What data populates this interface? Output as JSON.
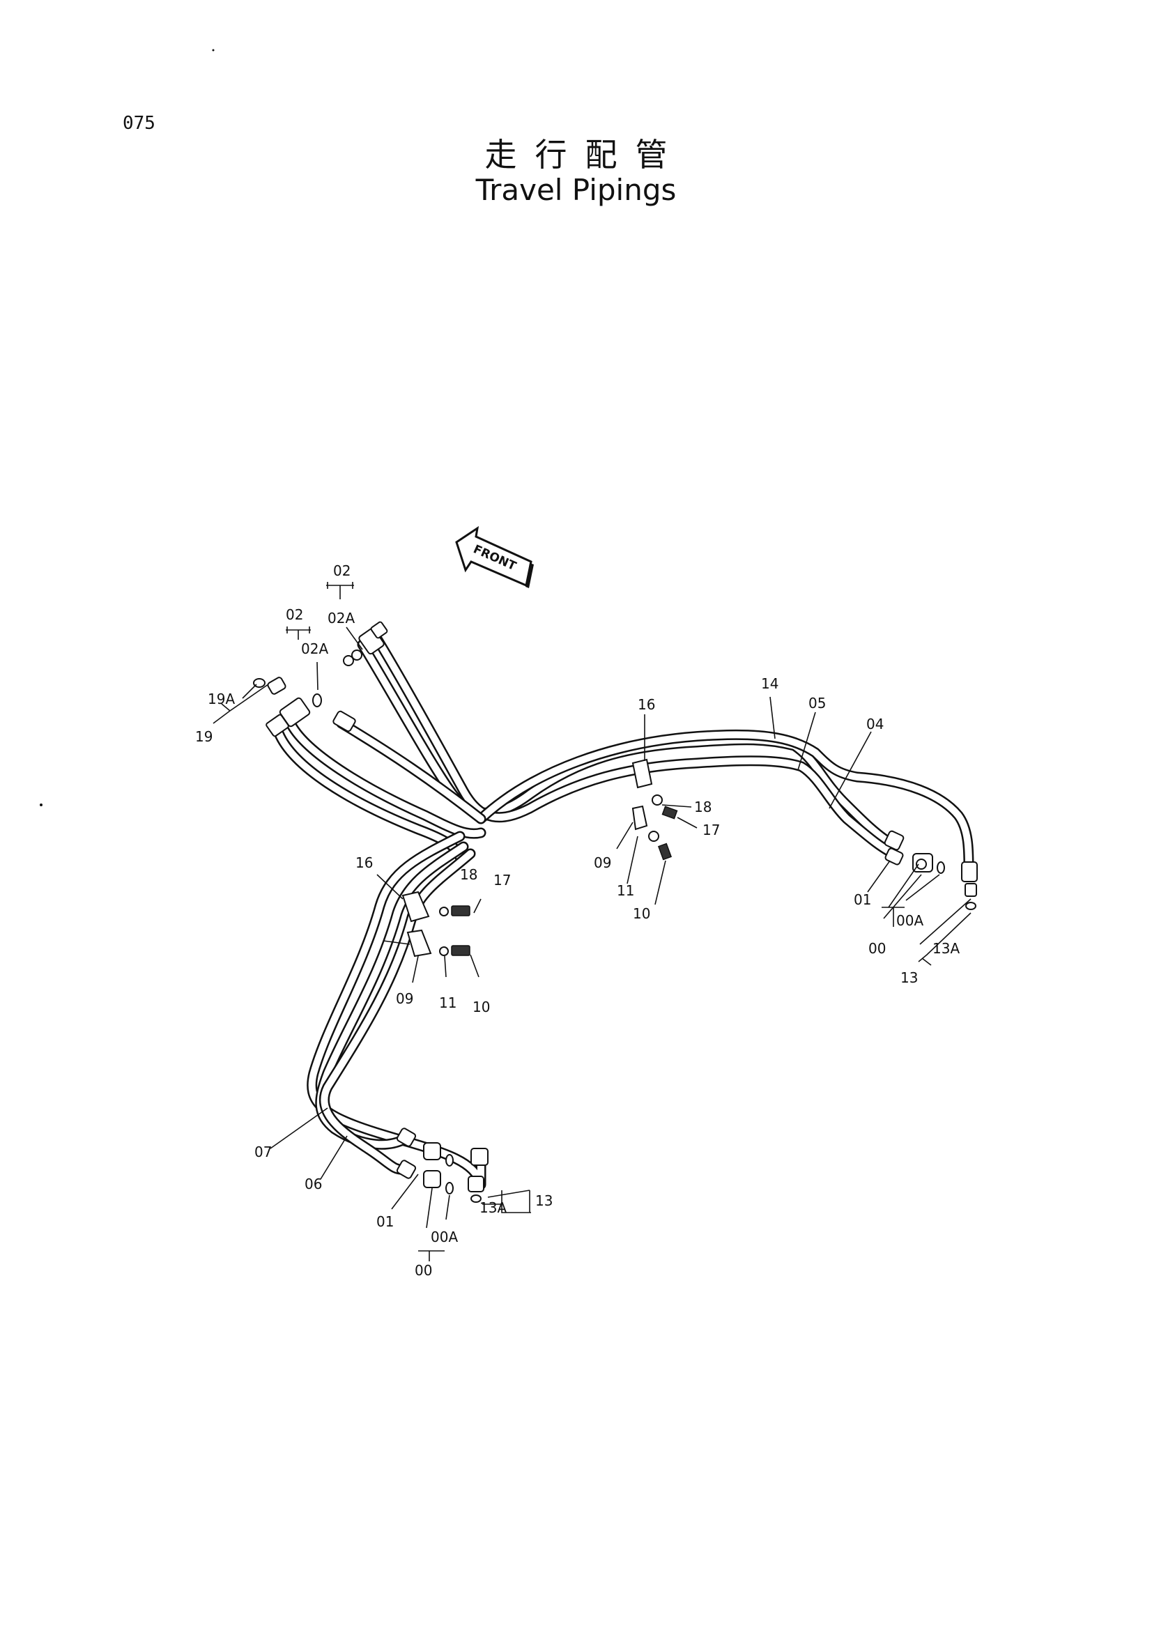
{
  "page_number": "075",
  "title_jp": "走行配管",
  "title_en": "Travel Pipings",
  "front_label": "FRONT",
  "callouts": {
    "c02_top": "02",
    "c02a_top": "02A",
    "c02_left": "02",
    "c02a_left": "02A",
    "c19a": "19A",
    "c19": "19",
    "c16_upper": "16",
    "c14": "14",
    "c05": "05",
    "c04": "04",
    "c18_upper": "18",
    "c17_upper": "17",
    "c09_upper": "09",
    "c11_upper": "11",
    "c10_upper": "10",
    "c01_right": "01",
    "c00a_right": "00A",
    "c00_right": "00",
    "c13a_right": "13A",
    "c13_right": "13",
    "c16_lower": "16",
    "c18_lower": "18",
    "c17_lower": "17",
    "c09_lower": "09",
    "c11_lower": "11",
    "c10_lower": "10",
    "c07": "07",
    "c06": "06",
    "c01_left": "01",
    "c00a_left": "00A",
    "c00_left": "00",
    "c13a_left": "13A",
    "c13_left": "13"
  }
}
